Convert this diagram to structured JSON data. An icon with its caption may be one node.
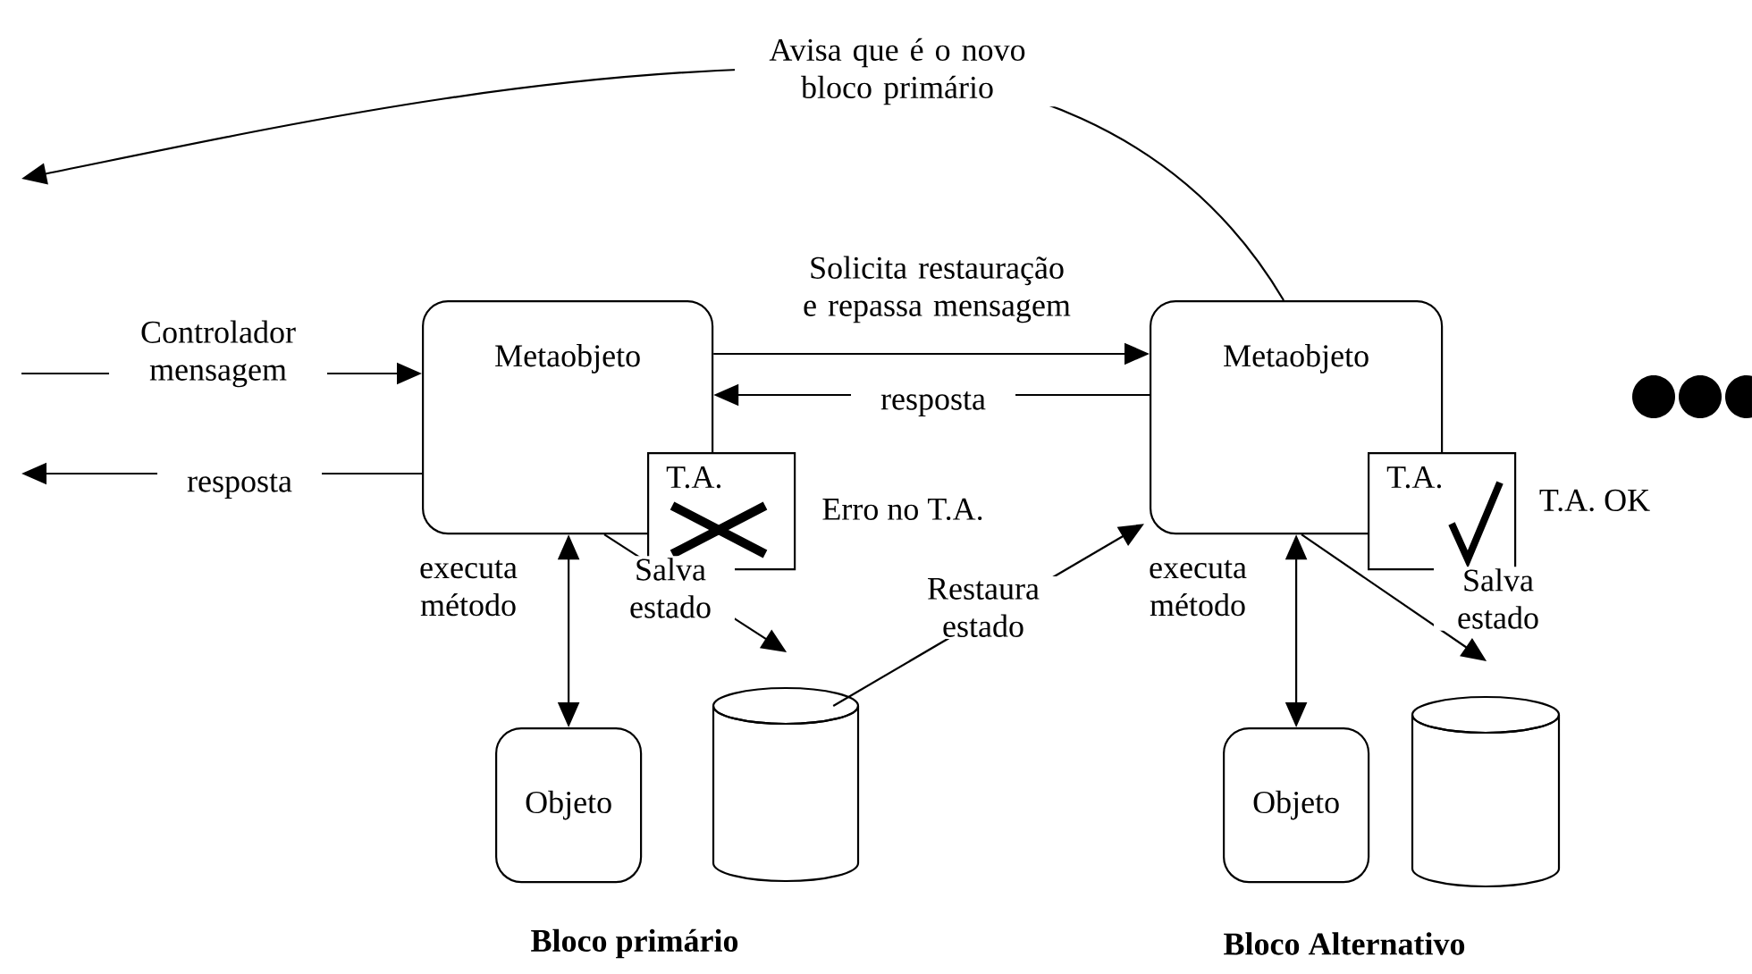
{
  "diagram": {
    "nodes": [
      {
        "text": [
          "Metaobjeto"
        ]
      },
      {
        "text": [
          "T.A."
        ],
        "beside": [
          "Erro no T.A."
        ]
      },
      {
        "text": [
          "Objeto"
        ]
      },
      {
        "text": [],
        "shape": "cylinder"
      },
      {
        "text": [
          "Metaobjeto"
        ]
      },
      {
        "text": [
          "T.A."
        ],
        "beside": [
          "T.A. OK"
        ]
      },
      {
        "text": [
          "Objeto"
        ]
      },
      {
        "text": [],
        "shape": "cylinder"
      }
    ],
    "edges": [
      {
        "from": null,
        "to": 0,
        "arrow": "to",
        "label": "Controlador mensagem"
      },
      {
        "from": 0,
        "to": null,
        "arrow": "to",
        "label": "resposta"
      },
      {
        "from": 0,
        "to": 4,
        "arrow": "to",
        "label": "Solicita restauração e repassa mensagem"
      },
      {
        "from": 4,
        "to": 0,
        "arrow": "to",
        "label": "resposta"
      },
      {
        "from": 0,
        "to": 2,
        "arrow": "both",
        "label": "executa método"
      },
      {
        "from": 0,
        "to": 3,
        "arrow": "to",
        "label": "Salva estado"
      },
      {
        "from": 3,
        "to": 4,
        "arrow": "to",
        "label": "Restaura estado"
      },
      {
        "from": 4,
        "to": 6,
        "arrow": "both",
        "label": "executa método"
      },
      {
        "from": 4,
        "to": 7,
        "arrow": "to",
        "label": "Salva estado"
      },
      {
        "from": 4,
        "to": null,
        "arrow": "to",
        "label": "Avisa que é o novo bloco primário"
      }
    ],
    "labels": [
      "Bloco primário",
      "Bloco Alternativo"
    ]
  }
}
